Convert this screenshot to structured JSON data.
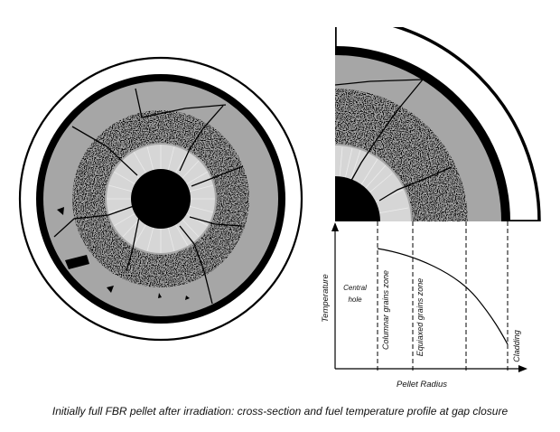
{
  "figure": {
    "caption": "Initially full FBR pellet after irradiation: cross-section and fuel temperature profile at gap closure",
    "plot": {
      "y_axis_label": "Temperature",
      "x_axis_label": "Pellet Radius",
      "zone_labels": {
        "central_hole": [
          "Central",
          "hole"
        ],
        "columnar": "Columnar grains zone",
        "equiaxed": "Equiaxed grains zone",
        "cladding": "Cladding"
      }
    }
  }
}
